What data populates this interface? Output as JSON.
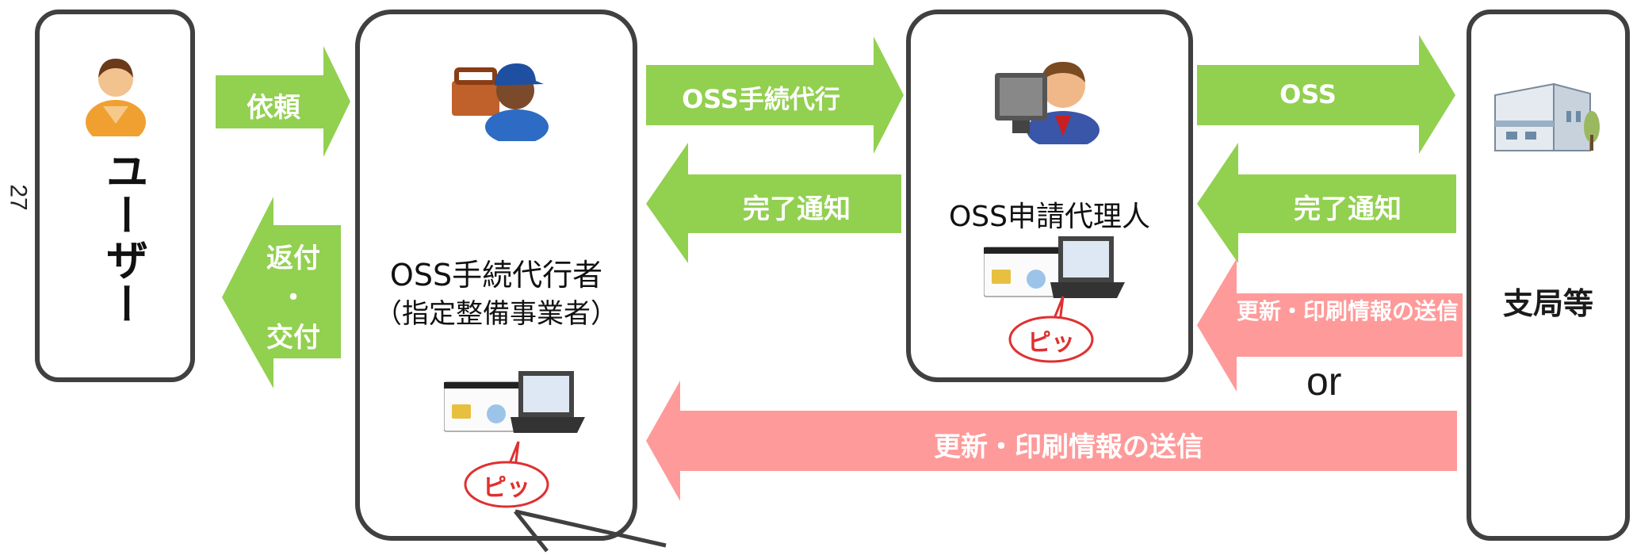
{
  "page_number": "27",
  "user": {
    "label": "ユーザー"
  },
  "agent": {
    "title": "OSS手続代行者",
    "subtitle": "（指定整備事業者）",
    "beep": "ピッ"
  },
  "proxy": {
    "title": "OSS申請代理人",
    "beep": "ピッ"
  },
  "office": {
    "label": "支局等"
  },
  "arrows": {
    "request": "依頼",
    "return_line1": "返付",
    "return_line2": "・",
    "return_line3": "交付",
    "oss_proxy": "OSS手続代行",
    "complete_to_agent": "完了通知",
    "oss": "OSS",
    "complete_to_proxy": "完了通知",
    "update_to_proxy": "更新・印刷情報の送信",
    "or": "or",
    "update_to_agent": "更新・印刷情報の送信"
  },
  "colors": {
    "green": "#92d050",
    "pink": "#ff9a9a",
    "border": "#404040",
    "beep_red": "#e03030"
  }
}
